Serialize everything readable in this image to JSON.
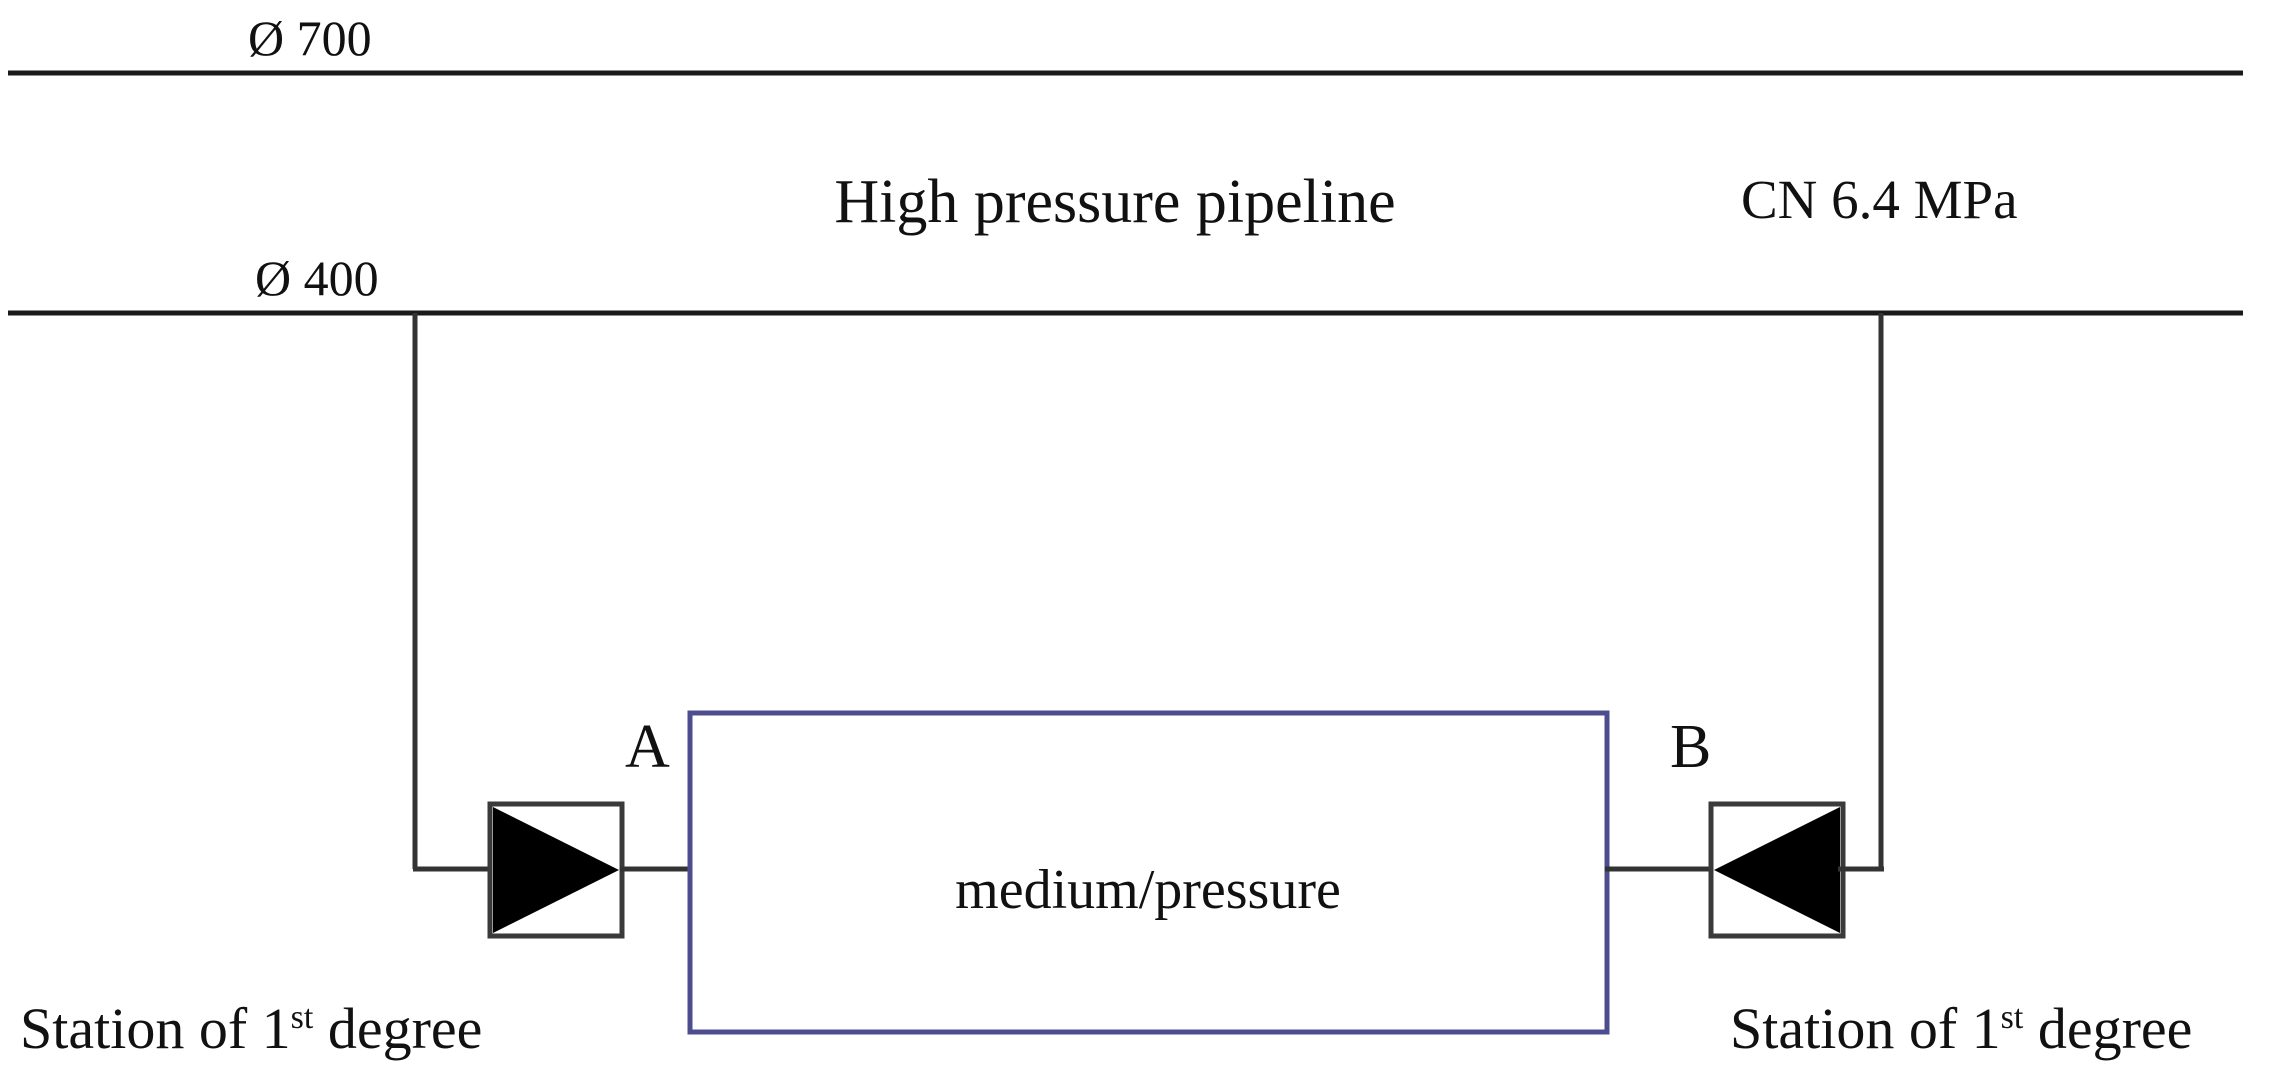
{
  "diagram": {
    "title": "High pressure pipeline",
    "pressure_rating": "CN 6.4 MPa",
    "upper_pipe_diameter": "Ø 700",
    "lower_pipe_diameter": "Ø 400",
    "vessel_label": "medium/pressure",
    "port_a": "A",
    "port_b": "B",
    "station_left": {
      "text_main": "Station of 1",
      "superscript": "st",
      "text_tail": " degree"
    },
    "station_right": {
      "text_main": "Station of 1",
      "superscript": "st",
      "text_tail": " degree"
    },
    "colors": {
      "pipe": "#1a1a1a",
      "branch": "#333333",
      "valve_fill": "#000000",
      "valve_border": "#3a3a3a",
      "vessel_border": "#4c4c8f",
      "text": "#111111",
      "background": "#ffffff"
    },
    "icons": {
      "valve_a": "valve-triangle-right-icon",
      "valve_b": "valve-triangle-left-icon"
    }
  }
}
